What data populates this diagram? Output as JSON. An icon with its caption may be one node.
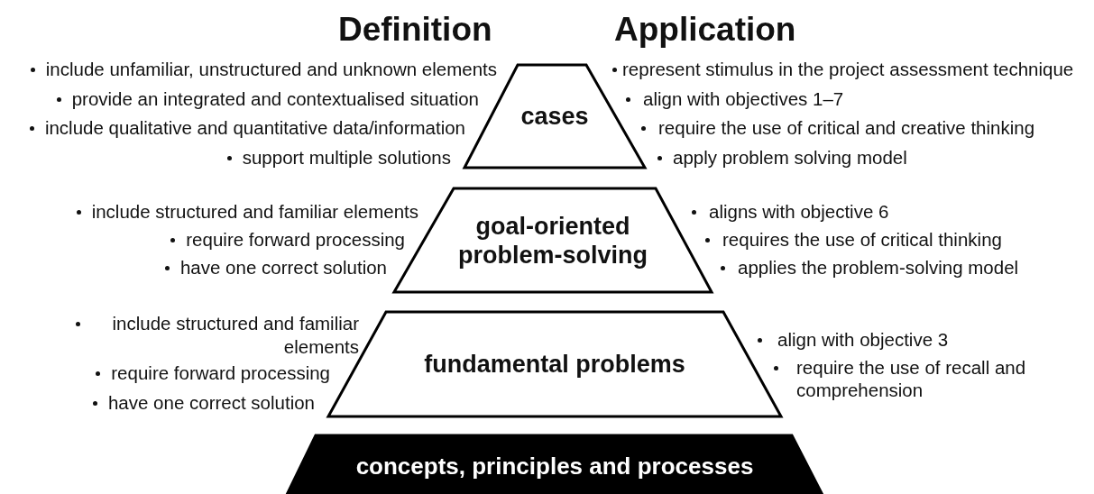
{
  "diagram": {
    "nodes": [
      {
        "text": [
          "cases"
        ]
      },
      {
        "text": [
          "goal-oriented problem-solving"
        ]
      },
      {
        "text": [
          "fundamental problems"
        ]
      },
      {
        "text": [
          "concepts, principles and processes"
        ]
      }
    ],
    "labels": [
      "Definition",
      "Application",
      "include unfamiliar, unstructured and unknown elements",
      "provide an integrated and contextualised situation",
      "include qualitative and quantitative data/information",
      "support multiple solutions",
      "represent stimulus in the project assessment technique",
      "align with objectives 1–7",
      "require the use of critical and creative thinking",
      "apply problem solving model",
      "include structured and familiar elements",
      "require forward processing",
      "have one correct solution",
      "aligns with objective 6",
      "requires the use of critical thinking",
      "applies the problem-solving model",
      "include structured and familiar elements",
      "require forward processing",
      "have one correct solution",
      "align with objective 3",
      "require the use of recall and comprehension"
    ]
  }
}
